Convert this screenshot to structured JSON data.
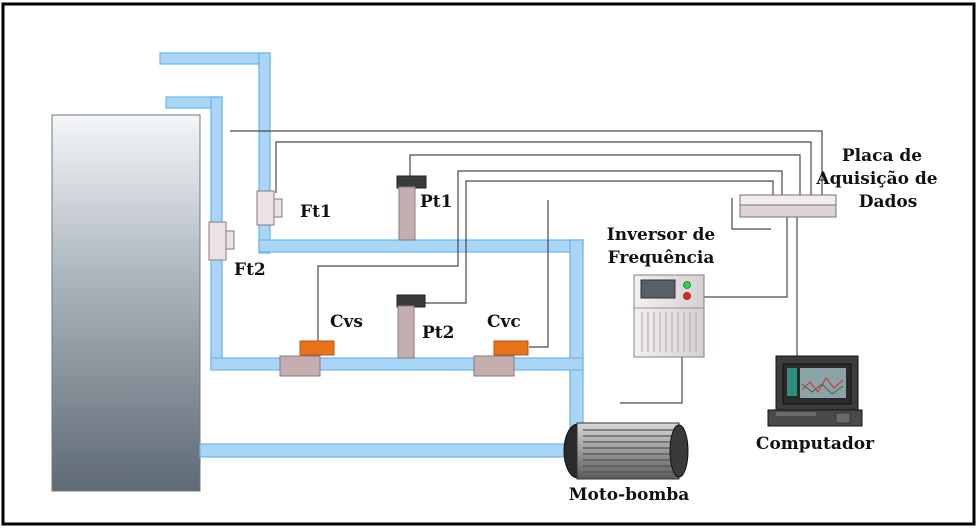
{
  "labels": {
    "ft1": "Ft1",
    "ft2": "Ft2",
    "pt1": "Pt1",
    "pt2": "Pt2",
    "cvs": "Cvs",
    "cvc": "Cvc",
    "placa_l1": "Placa de",
    "placa_l2": "Aquisição de",
    "placa_l3": "Dados",
    "inversor_l1": "Inversor de",
    "inversor_l2": "Frequência",
    "computador": "Computador",
    "motobomba": "Moto-bomba"
  },
  "colors": {
    "pipe": "#a9d5f7",
    "pipe_edge": "#6fb3ea",
    "valve_actuator": "#e8731a",
    "valve_body": "#c4aeb0",
    "sensor": "#ece2e4",
    "wire": "#4a4a4a"
  }
}
